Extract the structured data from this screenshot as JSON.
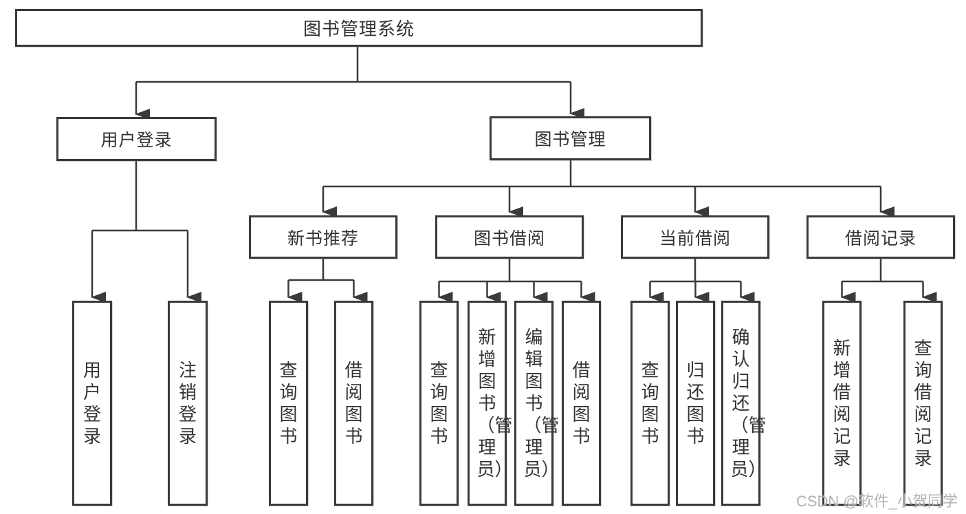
{
  "colors": {
    "line": "#3a3a3a",
    "text": "#333333",
    "watermark": "#aaaaaa"
  },
  "diagram": {
    "title": "图书管理系统",
    "root": "图书管理系统",
    "level2": [
      "用户登录",
      "图书管理"
    ],
    "level3": [
      "新书推荐",
      "图书借阅",
      "当前借阅",
      "借阅记录"
    ],
    "leaves": [
      "用户登录",
      "注销登录",
      "查询图书",
      "借阅图书",
      "查询图书",
      "新增图书（管理员）",
      "编辑图书（管理员）",
      "借阅图书",
      "查询图书",
      "归还图书",
      "确认归还（管理员）",
      "新增借阅记录",
      "查询借阅记录"
    ]
  },
  "watermark": "CSDN @软件_小贺同学"
}
